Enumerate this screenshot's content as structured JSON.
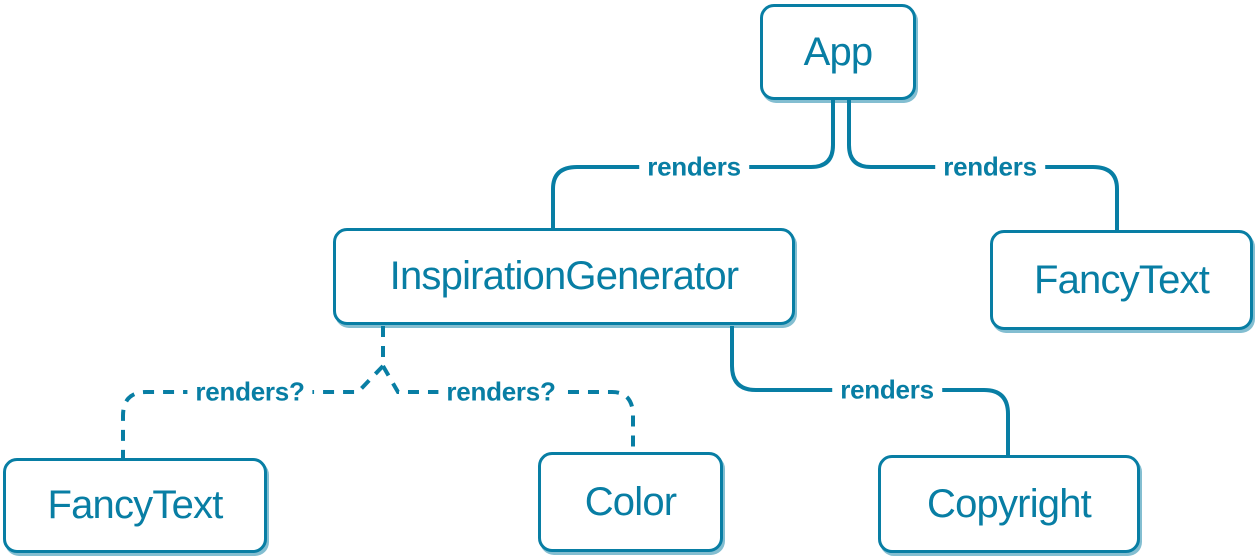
{
  "colors": {
    "accent": "#087ea4",
    "node_background": "#ffffff",
    "page_background": "#ffffff"
  },
  "diagram": {
    "type": "component-tree",
    "nodes": [
      {
        "id": "app",
        "label": "App"
      },
      {
        "id": "inspiration-generator",
        "label": "InspirationGenerator"
      },
      {
        "id": "fancy-text-top",
        "label": "FancyText"
      },
      {
        "id": "fancy-text-bottom",
        "label": "FancyText"
      },
      {
        "id": "color",
        "label": "Color"
      },
      {
        "id": "copyright",
        "label": "Copyright"
      }
    ],
    "edges": [
      {
        "from": "App",
        "to": "InspirationGenerator",
        "label": "renders",
        "style": "solid"
      },
      {
        "from": "App",
        "to": "FancyText",
        "label": "renders",
        "style": "solid"
      },
      {
        "from": "InspirationGenerator",
        "to": "FancyText",
        "label": "renders?",
        "style": "dashed"
      },
      {
        "from": "InspirationGenerator",
        "to": "Color",
        "label": "renders?",
        "style": "dashed"
      },
      {
        "from": "InspirationGenerator",
        "to": "Copyright",
        "label": "renders",
        "style": "solid"
      }
    ]
  }
}
